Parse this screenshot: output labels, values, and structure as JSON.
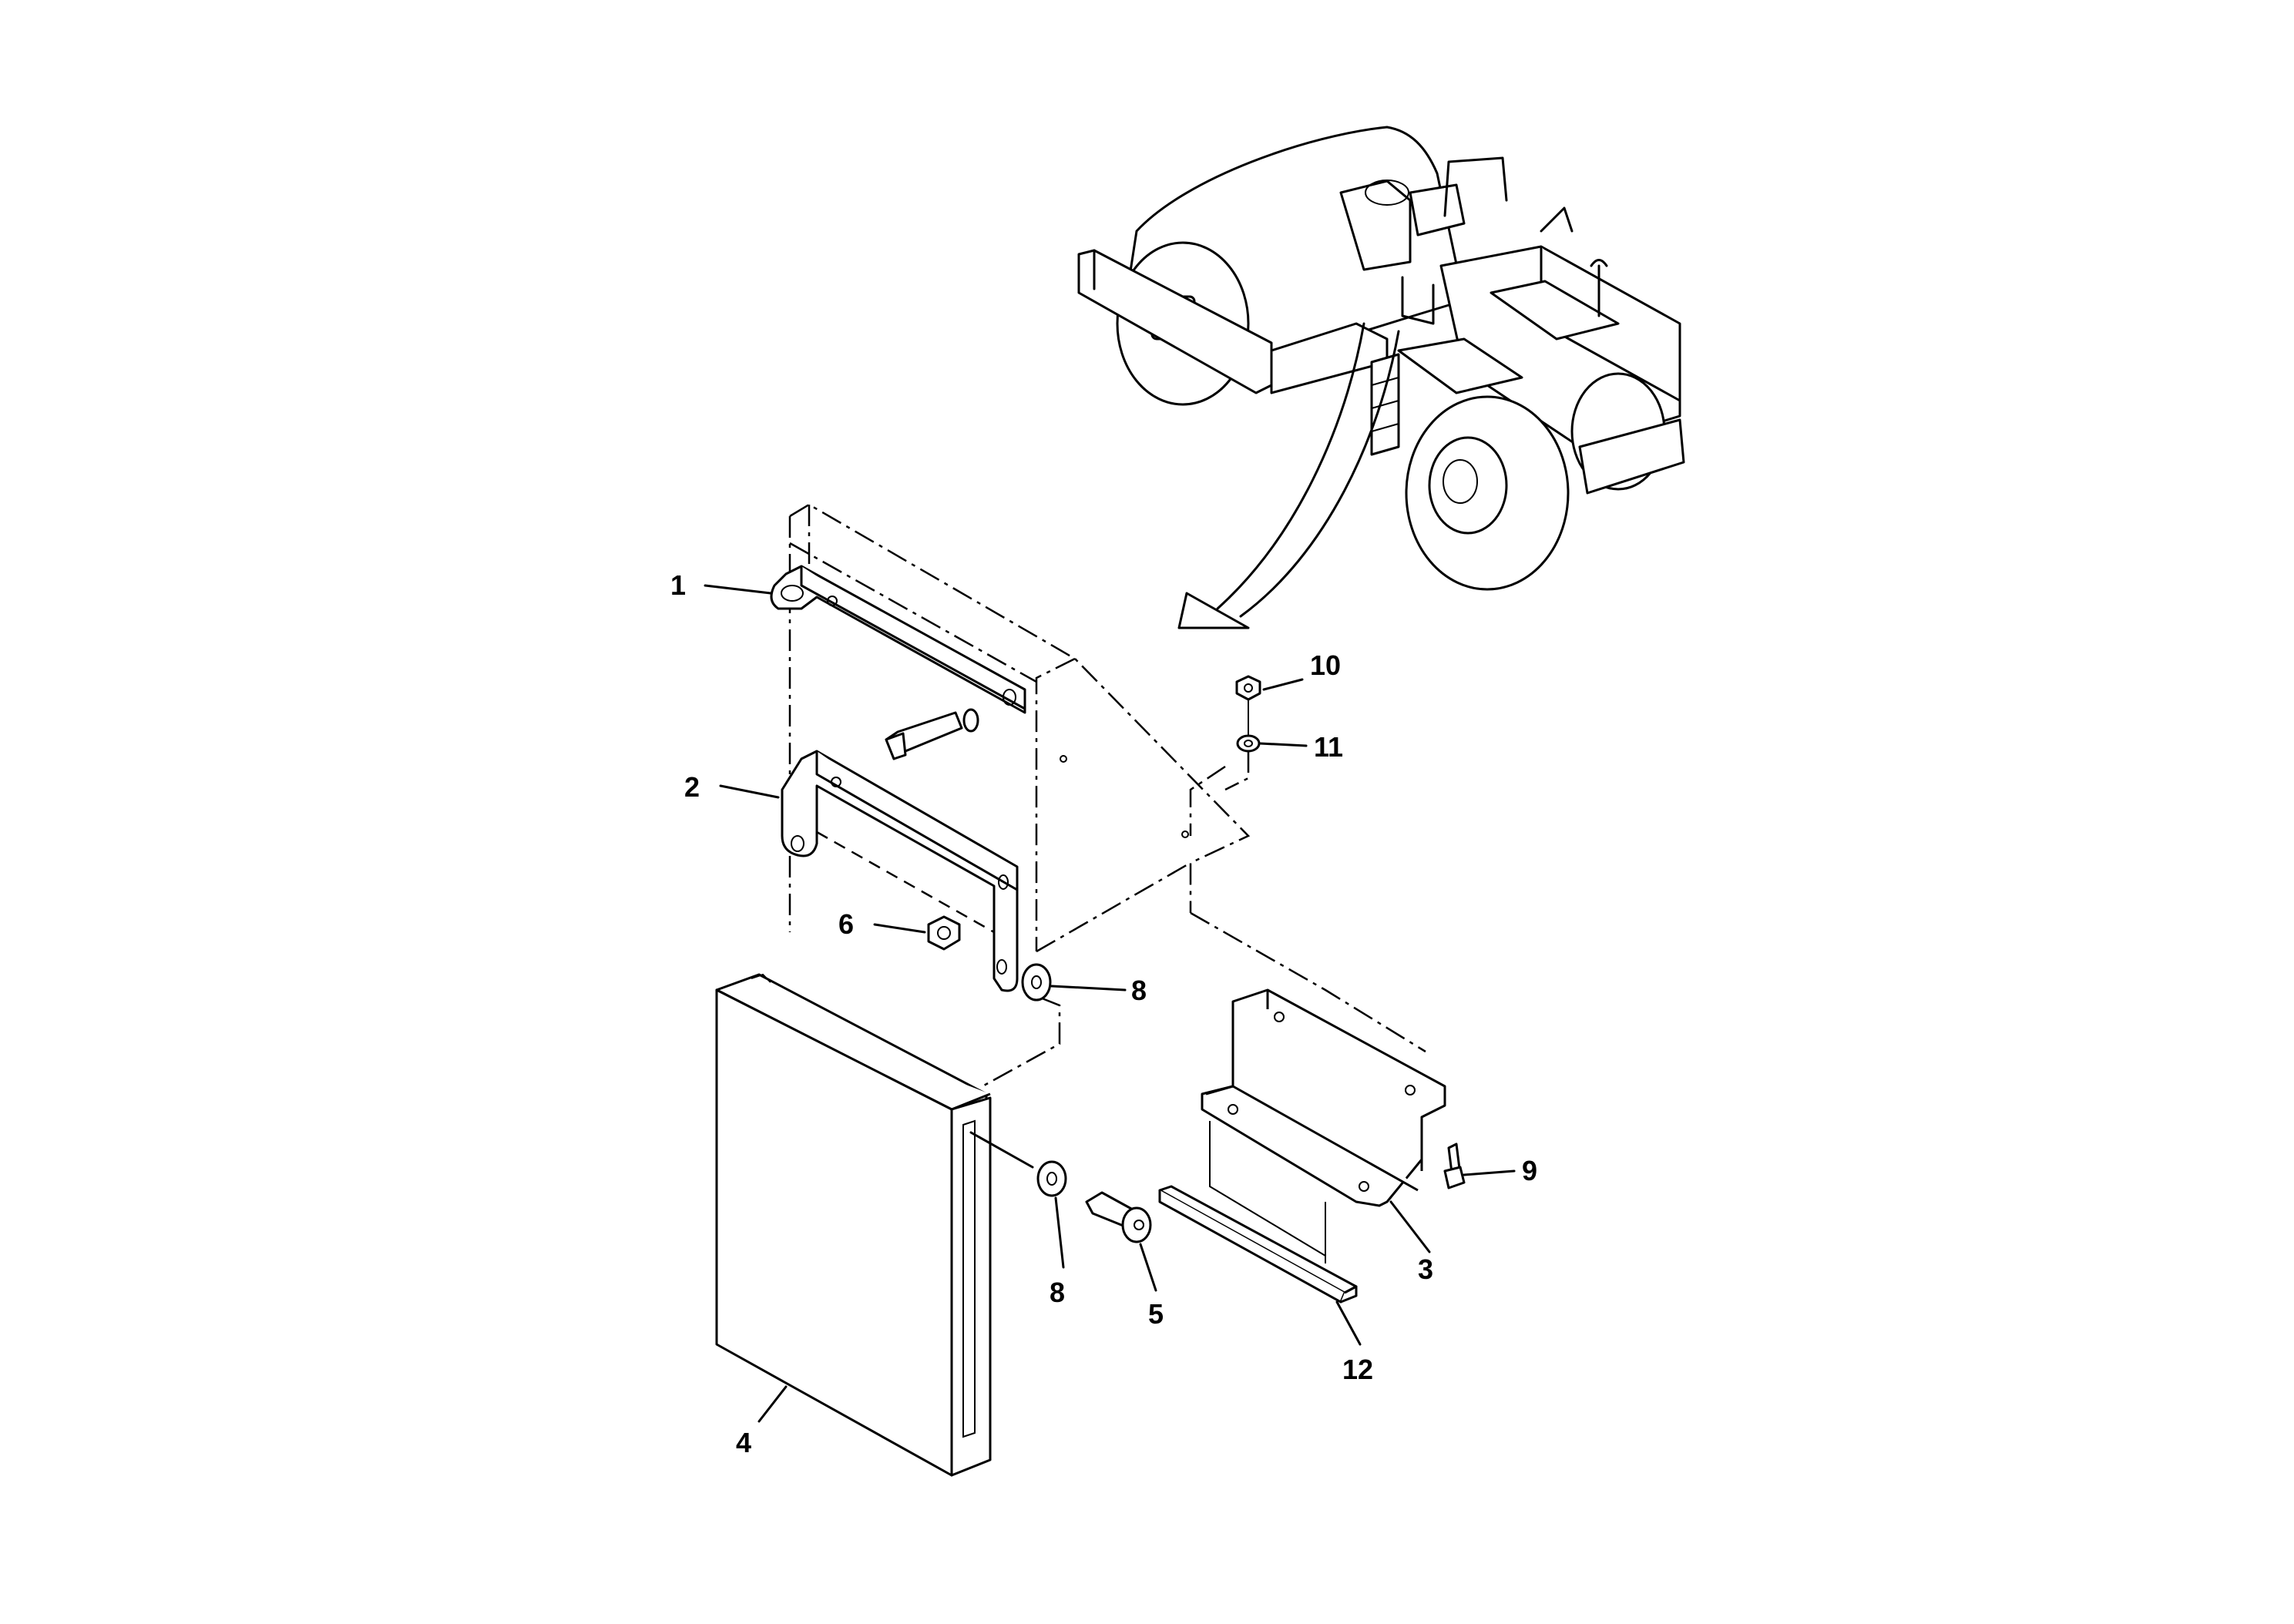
{
  "callouts": [
    {
      "id": "c1",
      "label": "1"
    },
    {
      "id": "c2",
      "label": "2"
    },
    {
      "id": "c3",
      "label": "3"
    },
    {
      "id": "c4",
      "label": "4"
    },
    {
      "id": "c5",
      "label": "5"
    },
    {
      "id": "c6",
      "label": "6"
    },
    {
      "id": "c8a",
      "label": "8"
    },
    {
      "id": "c8b",
      "label": "8"
    },
    {
      "id": "c9",
      "label": "9"
    },
    {
      "id": "c10",
      "label": "10"
    },
    {
      "id": "c11",
      "label": "11"
    },
    {
      "id": "c12",
      "label": "12"
    }
  ]
}
